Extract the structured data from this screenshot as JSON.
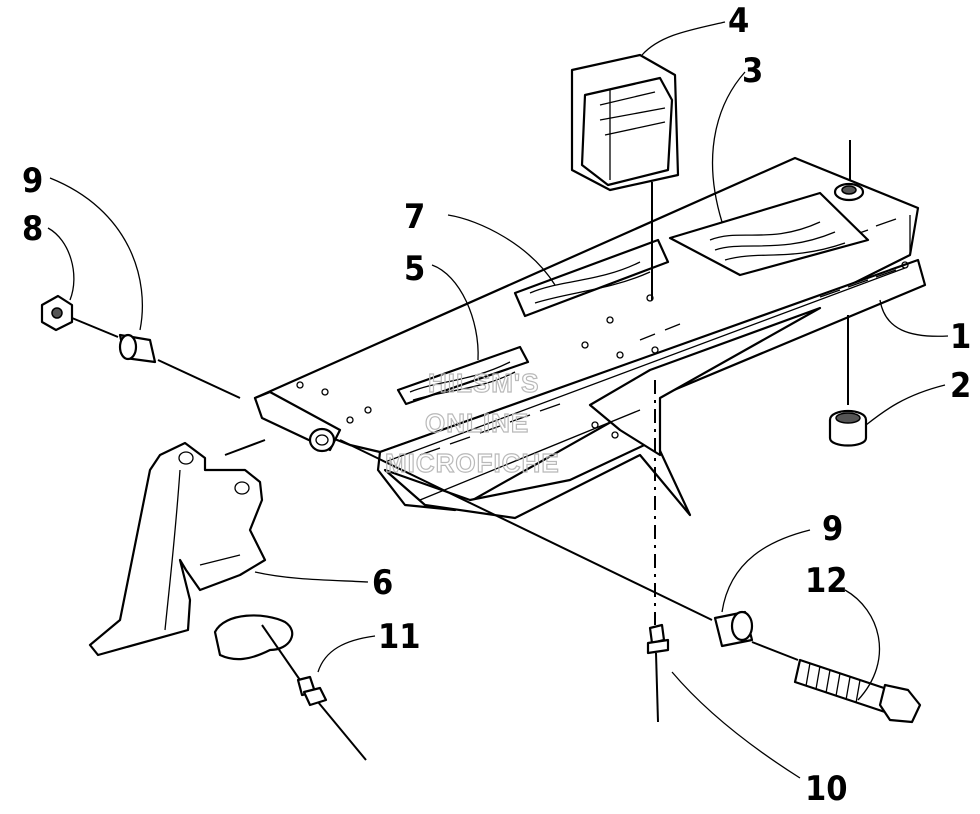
{
  "callouts": {
    "c1": "1",
    "c2": "2",
    "c3": "3",
    "c4": "4",
    "c5": "5",
    "c6": "6",
    "c7": "7",
    "c8": "8",
    "c9a": "9",
    "c9b": "9",
    "c10": "10",
    "c11": "11",
    "c12": "12"
  },
  "watermark": {
    "line1": "HILSM'S",
    "line2": "ONLINE",
    "line3": "MICROFICHE"
  }
}
